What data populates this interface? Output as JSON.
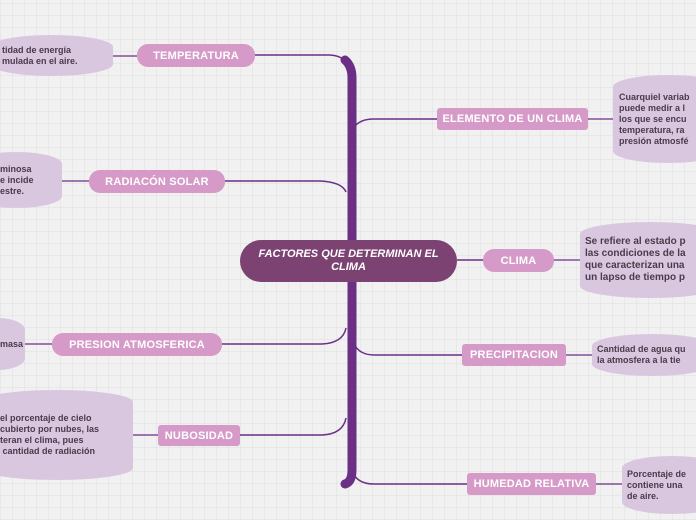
{
  "central": "FACTORES QUE DETERMINAN EL CLIMA",
  "nodes": {
    "temperatura": "TEMPERATURA",
    "radiacion": "RADIACÓN SOLAR",
    "presion": "PRESION ATMOSFERICA",
    "nubosidad": "NUBOSIDAD",
    "elemento": "ELEMENTO DE UN CLIMA",
    "clima": "CLIMA",
    "precipitacion": "PRECIPITACION",
    "humedad": "HUMEDAD RELATIVA"
  },
  "notes": {
    "temperatura": "tidad de energía\nmulada en el aire.",
    "radiacion": "minosa\ne incide\nestre.",
    "presion": "masa",
    "nubosidad": "el porcentaje de cielo\ncubierto por nubes, las\nteran el clima, pues\n cantidad de radiación",
    "elemento": "Cuarquiel variab\npuede medir a l\nlos que se encu\ntemperatura, ra\npresión atmosfé",
    "clima": "Se refiere al estado p\nlas condiciones de la\nque caracterizan una\nun lapso de tiempo p",
    "precipitacion": "Cantidad de agua qu\nla atmosfera a la tie",
    "humedad": "Porcentaje de\ncontiene una\nde aire."
  },
  "colors": {
    "central": "#7c4372",
    "node": "#d69ac8",
    "note": "#d9c7e0",
    "connector": "#6b2f86"
  }
}
